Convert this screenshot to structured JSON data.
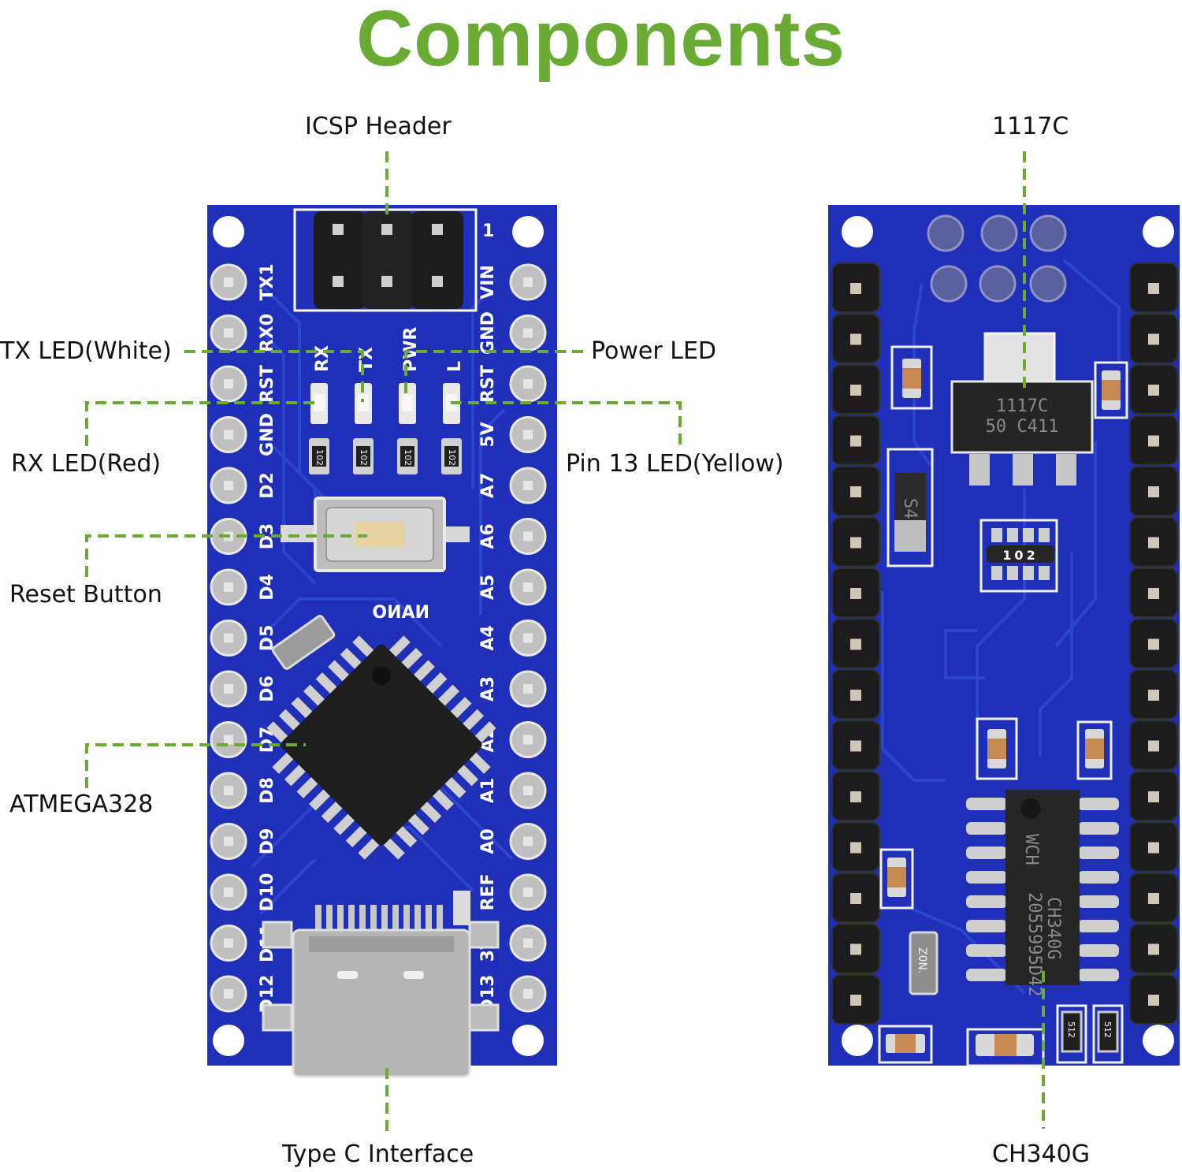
{
  "title": "Components",
  "colors": {
    "title": "#6aab34",
    "leader": "#6aab34",
    "pcb": "#1f2fb8",
    "pcb_trace": "#2a4bd8",
    "header_black": "#1c1c1c",
    "metal": "#c9c9c9"
  },
  "front_labels": {
    "icsp_header": "ICSP Header",
    "tx_led": "TX LED(White)",
    "rx_led": "RX LED(Red)",
    "power_led": "Power LED",
    "pin13_led": "Pin 13 LED(Yellow)",
    "reset_button": "Reset Button",
    "atmega": "ATMEGA328",
    "type_c": "Type C Interface"
  },
  "back_labels": {
    "regulator": "1117C",
    "usb_chip": "CH340G"
  },
  "front_board": {
    "name": "NANO",
    "header_pin1": "1",
    "left_pins": [
      "TX1",
      "RX0",
      "RST",
      "GND",
      "D2",
      "D3",
      "D4",
      "D5",
      "D6",
      "D7",
      "D8",
      "D9",
      "D10",
      "D11",
      "D12"
    ],
    "right_pins": [
      "VIN",
      "GND",
      "RST",
      "5V",
      "A7",
      "A6",
      "A5",
      "A4",
      "A3",
      "A2",
      "A1",
      "A0",
      "REF",
      "3V3",
      "D13"
    ],
    "led_labels": [
      "RX",
      "TX",
      "PWR",
      "L"
    ],
    "resistor_code": "102"
  },
  "back_board": {
    "regulator_marking": [
      "1117C",
      "50 C411"
    ],
    "diode_marking": "S4",
    "resistor_array_code": "102",
    "usb_chip_marking": [
      "WCH",
      "CH340G",
      "2055995D42"
    ],
    "crystal_marking": "Z0N.",
    "resistor_code": "512"
  }
}
